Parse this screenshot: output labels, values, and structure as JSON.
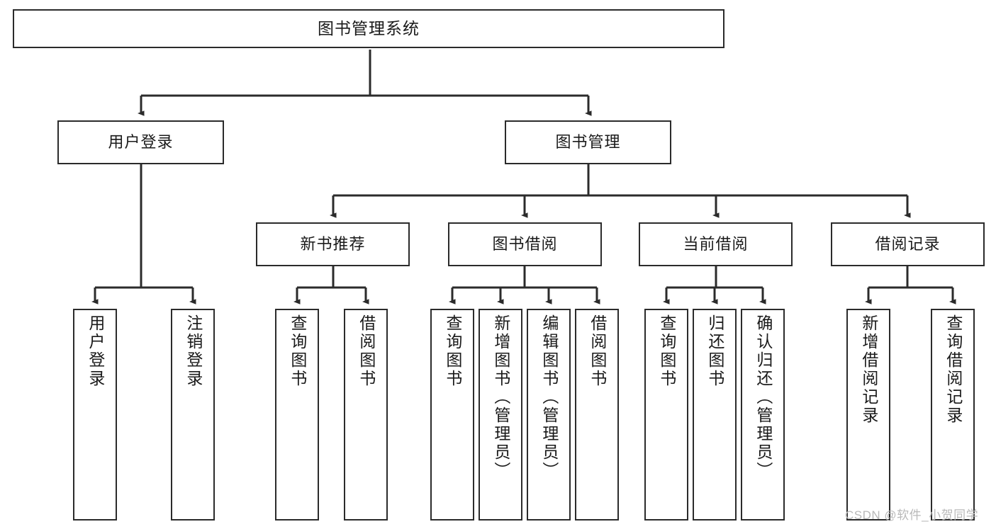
{
  "diagram": {
    "type": "tree",
    "title": "图书管理系统",
    "root": {
      "id": "root",
      "label": "图书管理系统"
    },
    "level1": [
      {
        "id": "user-login",
        "label": "用户登录"
      },
      {
        "id": "book-management",
        "label": "图书管理"
      }
    ],
    "level2": [
      {
        "id": "new-book-recommend",
        "label": "新书推荐",
        "parent": "book-management"
      },
      {
        "id": "book-borrow",
        "label": "图书借阅",
        "parent": "book-management"
      },
      {
        "id": "current-borrow",
        "label": "当前借阅",
        "parent": "book-management"
      },
      {
        "id": "borrow-record",
        "label": "借阅记录",
        "parent": "book-management"
      }
    ],
    "leaves": [
      {
        "id": "leaf-user-login",
        "label": "用户登录",
        "parent": "user-login"
      },
      {
        "id": "leaf-logout-login",
        "label": "注销登录",
        "parent": "user-login"
      },
      {
        "id": "leaf-query-book-1",
        "label": "查询图书",
        "parent": "new-book-recommend"
      },
      {
        "id": "leaf-borrow-book-1",
        "label": "借阅图书",
        "parent": "new-book-recommend"
      },
      {
        "id": "leaf-query-book-2",
        "label": "查询图书",
        "parent": "book-borrow"
      },
      {
        "id": "leaf-add-book",
        "label": "新增图书（管理员）",
        "parent": "book-borrow"
      },
      {
        "id": "leaf-edit-book",
        "label": "编辑图书（管理员）",
        "parent": "book-borrow"
      },
      {
        "id": "leaf-borrow-book-2",
        "label": "借阅图书",
        "parent": "book-borrow"
      },
      {
        "id": "leaf-query-book-3",
        "label": "查询图书",
        "parent": "current-borrow"
      },
      {
        "id": "leaf-return-book",
        "label": "归还图书",
        "parent": "current-borrow"
      },
      {
        "id": "leaf-confirm-return",
        "label": "确认归还（管理员）",
        "parent": "current-borrow"
      },
      {
        "id": "leaf-add-record",
        "label": "新增借阅记录",
        "parent": "borrow-record"
      },
      {
        "id": "leaf-query-record",
        "label": "查询借阅记录",
        "parent": "borrow-record"
      }
    ],
    "colors": {
      "stroke": "#2b2b2b",
      "fill": "#ffffff",
      "text": "#1a1a1a",
      "watermark": "#b9b9b9"
    }
  },
  "watermark": {
    "text": "CSDN @软件_小贺同学"
  }
}
